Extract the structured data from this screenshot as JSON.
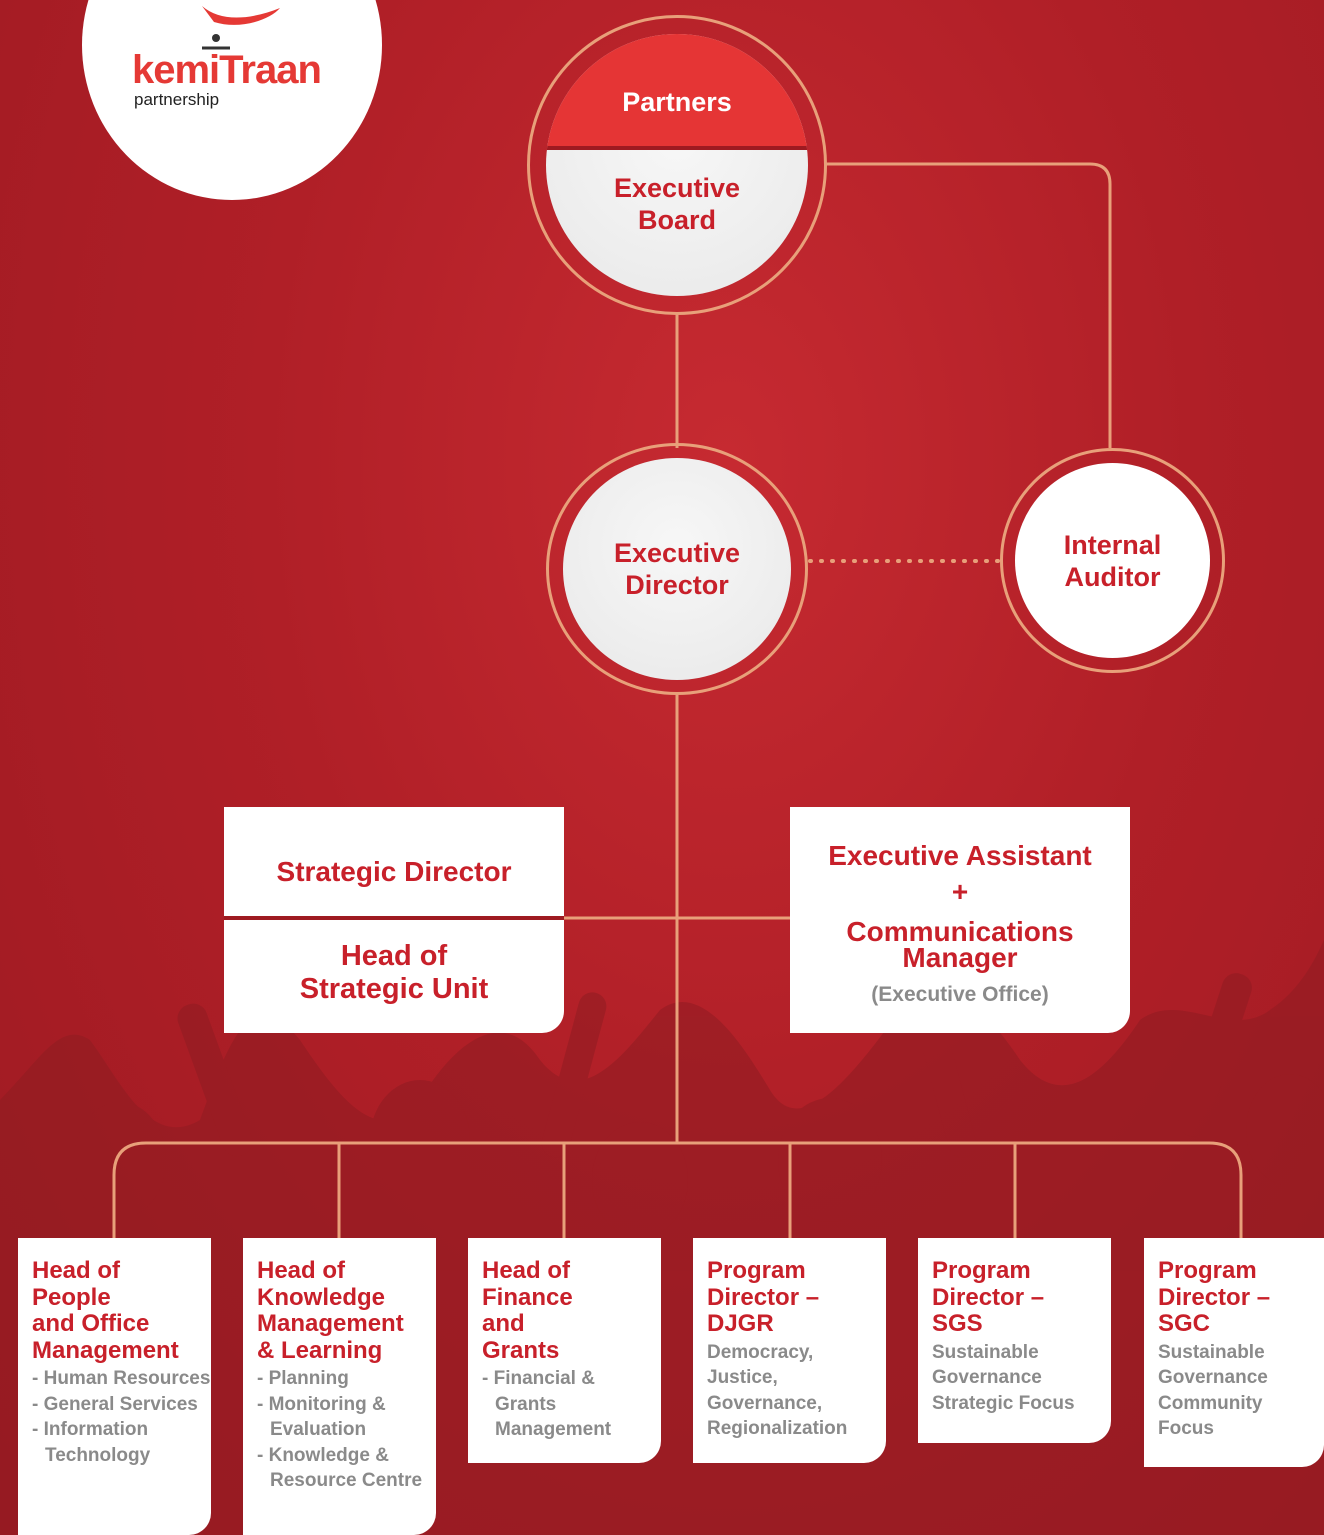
{
  "logo": {
    "brand": "kemiTraan",
    "tagline": "partnership"
  },
  "top": {
    "partners": "Partners",
    "board_line1": "Executive",
    "board_line2": "Board"
  },
  "director": {
    "line1": "Executive",
    "line2": "Director"
  },
  "auditor": {
    "line1": "Internal",
    "line2": "Auditor"
  },
  "strategic": {
    "title": "Strategic Director",
    "sub_line1": "Head of",
    "sub_line2": "Strategic Unit"
  },
  "exec_office": {
    "line1": "Executive Assistant",
    "plus": "+",
    "line2": "Communications",
    "line3": "Manager",
    "note": "(Executive Office)"
  },
  "units": [
    {
      "title": [
        "Head of",
        "People",
        "and Office",
        "Management"
      ],
      "items": [
        "- Human Resources",
        "- General Services",
        "- Information Technology"
      ]
    },
    {
      "title": [
        "Head of",
        "Knowledge",
        "Management",
        "& Learning"
      ],
      "items": [
        "- Planning",
        "- Monitoring & Evaluation",
        "- Knowledge & Resource Centre"
      ]
    },
    {
      "title": [
        "Head of",
        "Finance",
        "and",
        "Grants"
      ],
      "items": [
        "- Financial & Grants Management"
      ]
    },
    {
      "title": [
        "Program",
        "Director –",
        "DJGR"
      ],
      "desc": [
        "Democracy,",
        "Justice,",
        "Governance,",
        "Regionalization"
      ]
    },
    {
      "title": [
        "Program",
        "Director –",
        "SGS"
      ],
      "desc": [
        "Sustainable",
        "Governance",
        "Strategic Focus"
      ]
    },
    {
      "title": [
        "Program",
        "Director –",
        "SGC"
      ],
      "desc": [
        "Sustainable",
        "Governance",
        "Community",
        "Focus"
      ]
    }
  ],
  "colors": {
    "background": "#b01f27",
    "accent": "#c8202a",
    "connector": "#e8a07a",
    "partners_band": "#e53535"
  }
}
